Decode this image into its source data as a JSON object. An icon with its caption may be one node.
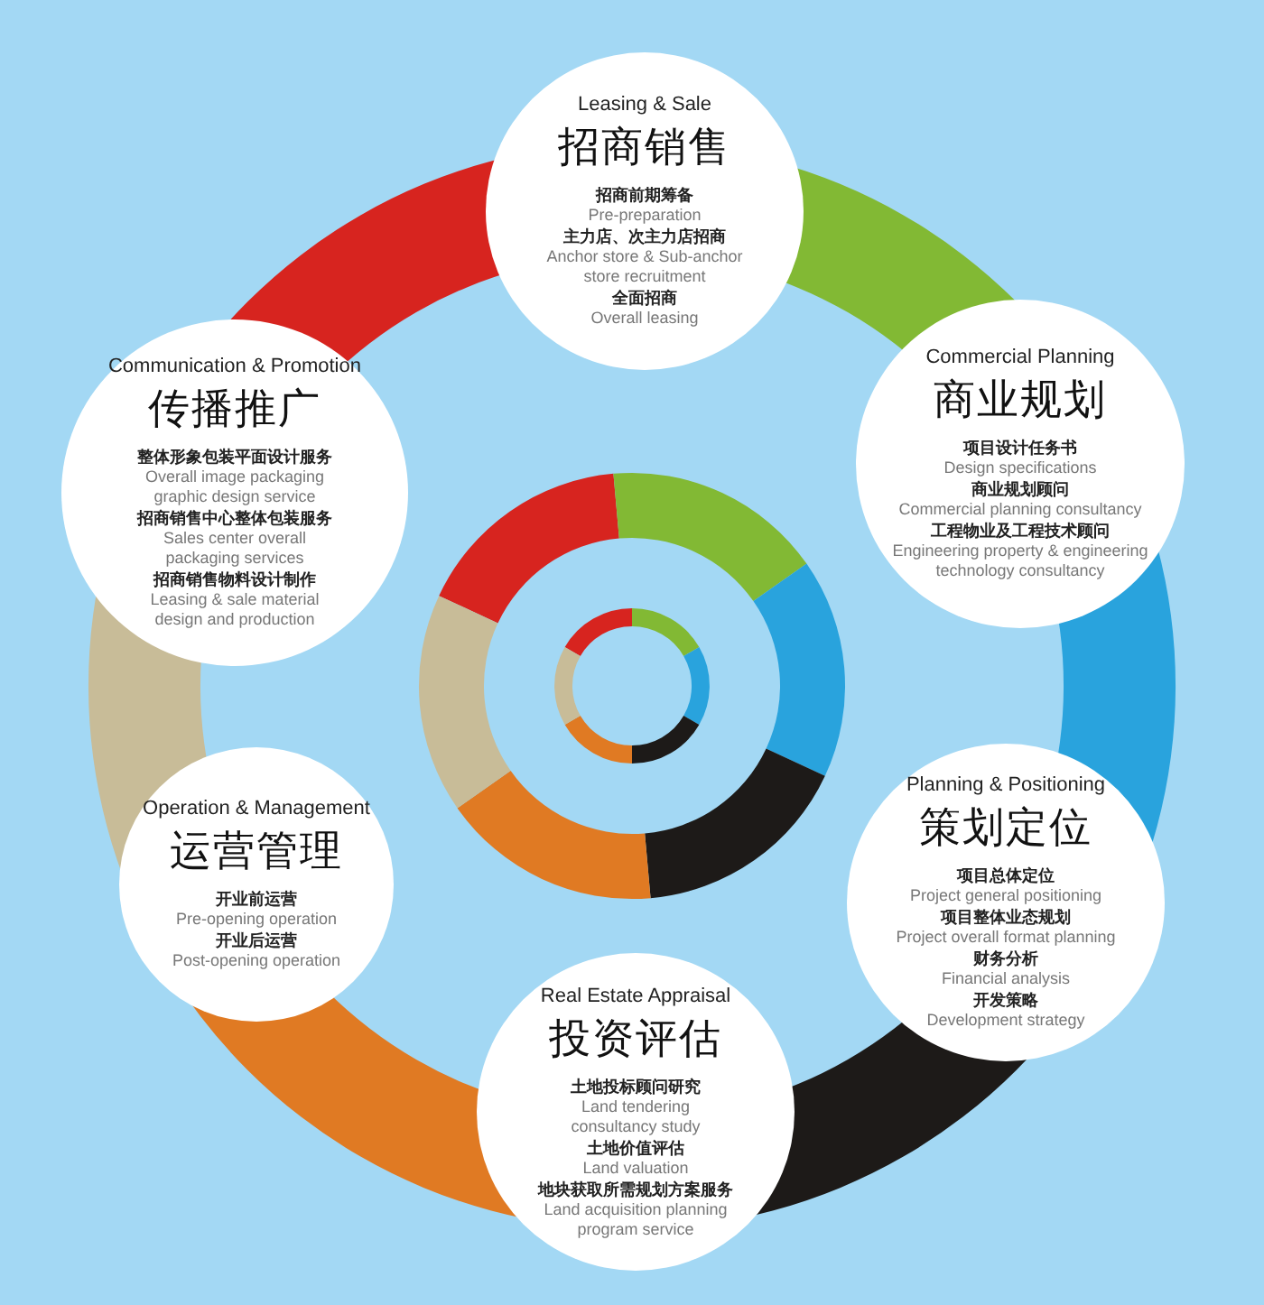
{
  "diagram": {
    "nodes": [
      {
        "text": [
          "Leasing & Sale",
          "招商销售",
          "招商前期筹备",
          "Pre-preparation",
          "主力店、次主力店招商",
          "Anchor store & Sub-anchor store recruitment",
          "全面招商",
          "Overall leasing"
        ]
      },
      {
        "text": [
          "Commercial Planning",
          "商业规划",
          "项目设计任务书",
          "Design specifications",
          "商业规划顾问",
          "Commercial planning consultancy",
          "工程物业及工程技术顾问",
          "Engineering property & engineering technology consultancy"
        ]
      },
      {
        "text": [
          "Planning & Positioning",
          "策划定位",
          "项目总体定位",
          "Project general positioning",
          "项目整体业态规划",
          "Project overall format planning",
          "财务分析",
          "Financial analysis",
          "开发策略",
          "Development strategy"
        ]
      },
      {
        "text": [
          "Real Estate Appraisal",
          "投资评估",
          "土地投标顾问研究",
          "Land tendering consultancy study",
          "土地价值评估",
          "Land valuation",
          "地块获取所需规划方案服务",
          "Land acquisition planning program service"
        ]
      },
      {
        "text": [
          "Operation & Management",
          "运营管理",
          "开业前运营",
          "Pre-opening operation",
          "开业后运营",
          "Post-opening operation"
        ]
      },
      {
        "text": [
          "Communication & Promotion",
          "传播推广",
          "整体形象包装平面设计服务",
          "Overall image packaging graphic design service",
          "招商销售中心整体包装服务",
          "Sales center overall packaging services",
          "招商销售物料设计制作",
          "Leasing & sale material design and production"
        ]
      }
    ]
  }
}
